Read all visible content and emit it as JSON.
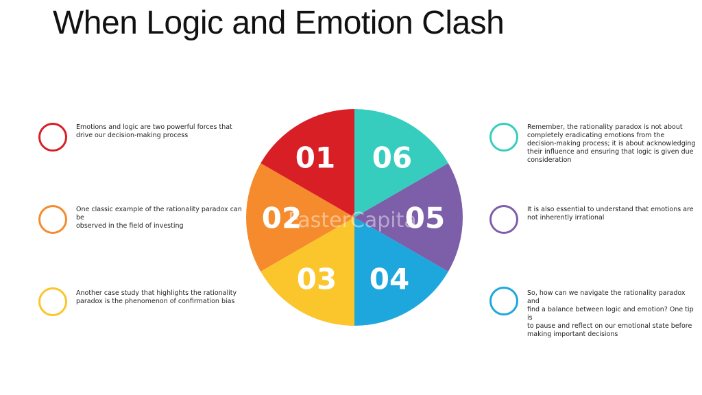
{
  "title": "When Logic and Emotion Clash",
  "watermark": "FasterCapital",
  "colors": {
    "s01": "#d91f26",
    "s02": "#f58b2c",
    "s03": "#fbc52c",
    "s04": "#1ea7dd",
    "s05": "#7d5ea8",
    "s06": "#36cdbf"
  },
  "segments": [
    {
      "label": "01",
      "color_key": "s01"
    },
    {
      "label": "02",
      "color_key": "s02"
    },
    {
      "label": "03",
      "color_key": "s03"
    },
    {
      "label": "04",
      "color_key": "s04"
    },
    {
      "label": "05",
      "color_key": "s05"
    },
    {
      "label": "06",
      "color_key": "s06"
    }
  ],
  "notes": {
    "n01": [
      "Emotions and logic are two powerful forces that",
      "drive our decision-making process"
    ],
    "n02": [
      "One classic example of the rationality paradox can be",
      "observed in the field of investing"
    ],
    "n03": [
      "Another case study that highlights the rationality",
      "paradox is the phenomenon of confirmation bias"
    ],
    "n04": [
      "So, how can we navigate the rationality paradox and",
      "find a balance between logic and emotion? One tip is",
      "to pause and reflect on our emotional state before",
      "making important decisions"
    ],
    "n05": [
      "It is also essential to understand that emotions are",
      "not inherently irrational"
    ],
    "n06": [
      "Remember, the rationality paradox is not about",
      "completely eradicating emotions from the",
      "decision-making process; it is about acknowledging",
      "their influence and ensuring that logic is given due",
      "consideration"
    ]
  }
}
